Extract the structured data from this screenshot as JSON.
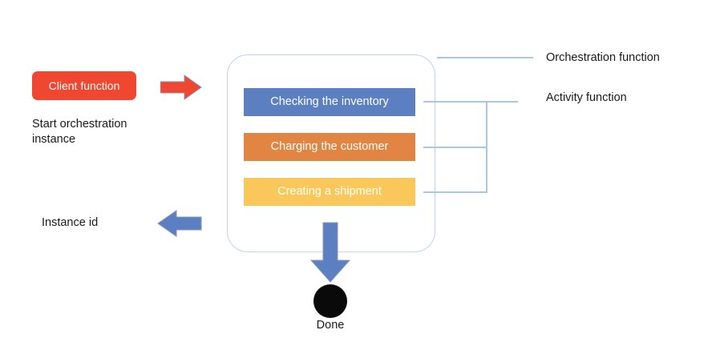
{
  "diagram": {
    "client": {
      "box_label": "Client function",
      "box_color": "#F04730",
      "caption": "Start orchestration\ninstance",
      "arrow_icon": "arrow-right-icon",
      "arrow_color": "#F04730"
    },
    "response": {
      "caption": "Instance id",
      "arrow_icon": "arrow-left-icon",
      "arrow_color": "#5B7FC0"
    },
    "orchestration": {
      "container_border_color": "#BFD3EC",
      "activities": [
        {
          "label": "Checking the inventory",
          "color": "#5B7FC0"
        },
        {
          "label": "Charging the customer",
          "color": "#E28543"
        },
        {
          "label": "Creating a shipment",
          "color": "#F9C75A"
        }
      ]
    },
    "annotations": {
      "orchestration_function": "Orchestration function",
      "activity_function": "Activity function",
      "leader_line_color": "#A9C5E8"
    },
    "completion": {
      "arrow_icon": "arrow-down-icon",
      "arrow_color": "#5B7FC0",
      "node_icon": "filled-circle-icon",
      "node_color": "#0a0a0a",
      "label": "Done"
    }
  }
}
